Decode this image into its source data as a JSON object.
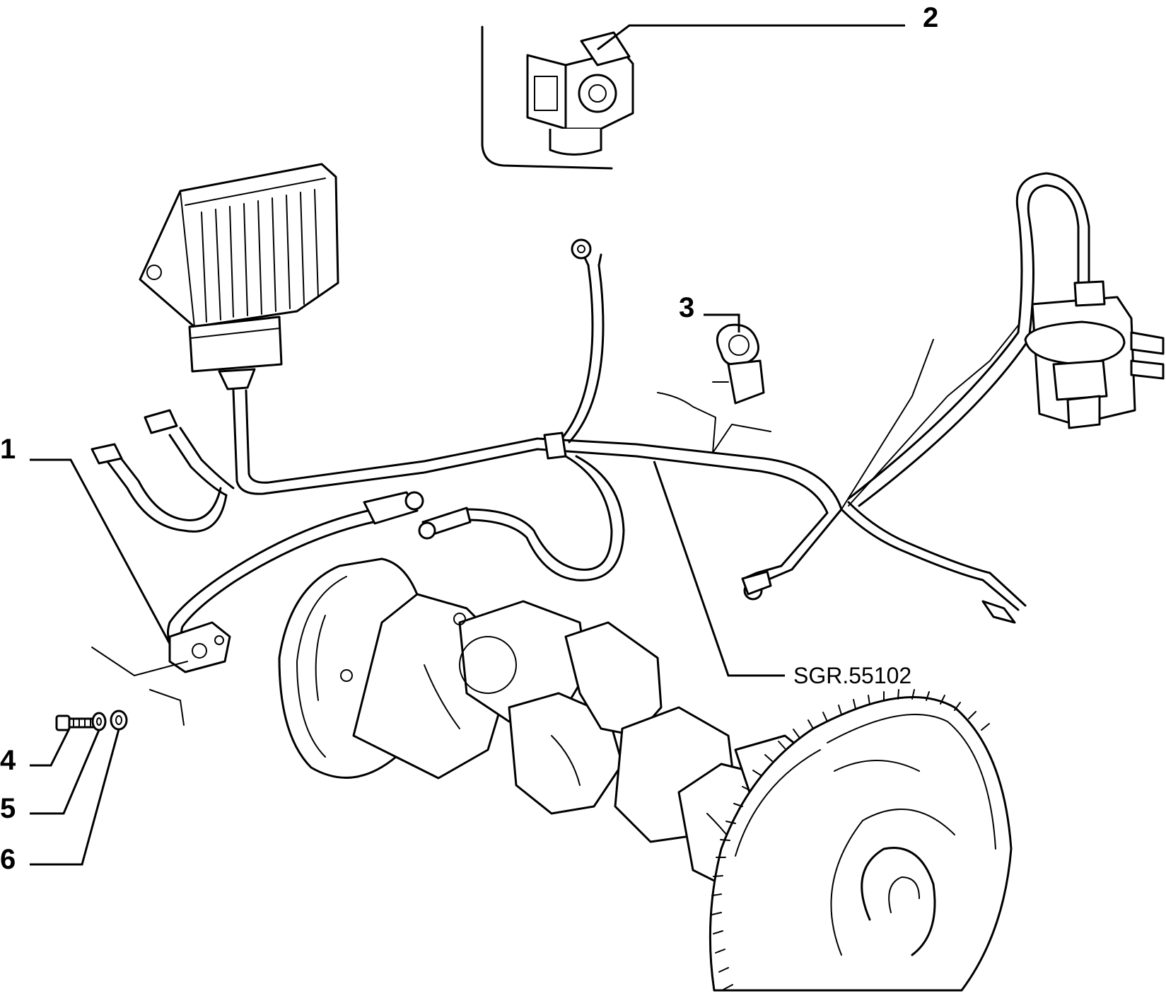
{
  "callouts": [
    {
      "id": "1",
      "label": "1"
    },
    {
      "id": "2",
      "label": "2"
    },
    {
      "id": "3",
      "label": "3"
    },
    {
      "id": "4",
      "label": "4"
    },
    {
      "id": "5",
      "label": "5"
    },
    {
      "id": "6",
      "label": "6"
    }
  ],
  "reference_code": "SGR.55102"
}
